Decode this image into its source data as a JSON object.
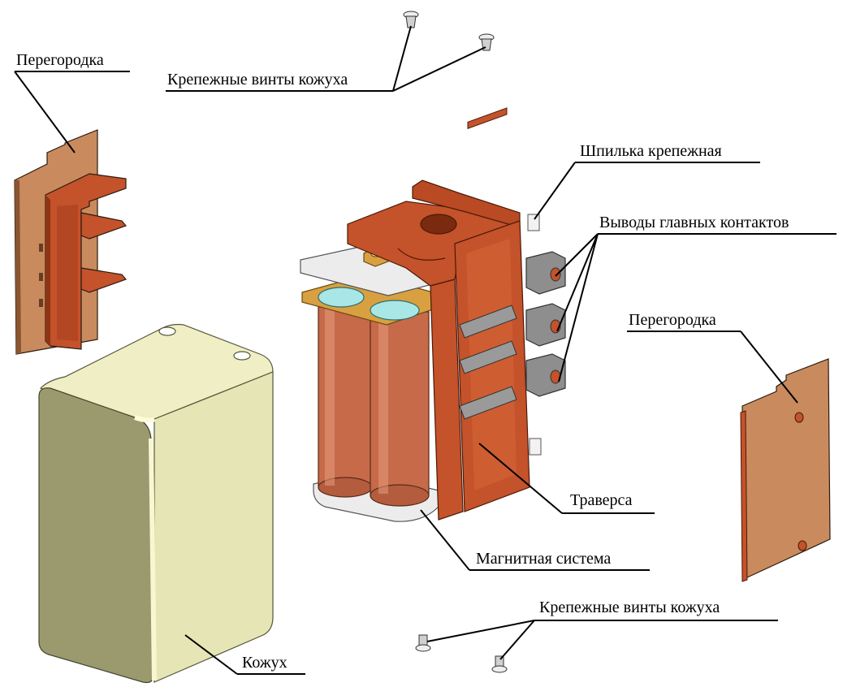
{
  "labels": {
    "partition_left": "Перегородка",
    "cover_screws_top": "Крепежные винты кожуха",
    "mounting_stud": "Шпилька крепежная",
    "main_contact_terminals": "Выводы главных контактов",
    "partition_right": "Перегородка",
    "traverse": "Траверса",
    "magnetic_system": "Магнитная система",
    "cover_screws_bottom": "Крепежные винты кожуха",
    "housing": "Кожух"
  },
  "colors": {
    "partition_panel": "#c98b5e",
    "partition_frame": "#c4522a",
    "housing_body": "#e9e8b8",
    "housing_side": "#9a9a6e",
    "coil": "#c66a4a",
    "pole_cap": "#a9e6e6",
    "base_plate": "#e8e8e8",
    "terminal_block": "#8e8e8e",
    "yoke": "#d8a040"
  }
}
